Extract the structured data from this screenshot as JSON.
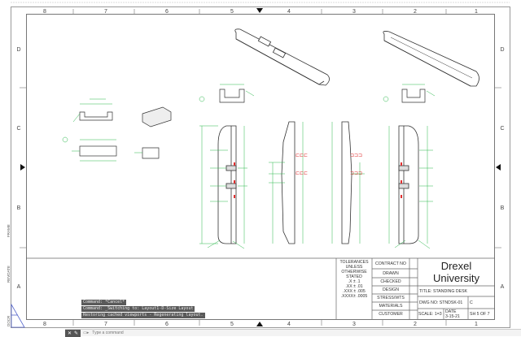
{
  "frame": {
    "columns": [
      "8",
      "7",
      "6",
      "5",
      "4",
      "3",
      "2",
      "1"
    ],
    "rows": [
      "D",
      "C",
      "B",
      "A"
    ],
    "bottom_columns": [
      "8",
      "7",
      "6",
      "5",
      "4",
      "3",
      "2",
      "1"
    ],
    "side_labels": [
      "FRAME",
      "REVDATE",
      "DOCR"
    ]
  },
  "title_block": {
    "tolerances": [
      "TOLERANCES",
      "UNLESS",
      "OTHERWISE",
      "STATED",
      ".X ± .1",
      ".XX ± .01",
      ".XXX ± .005",
      ".XXXX± .0005"
    ],
    "fields": [
      "CONTRACT NO",
      "DRAWN",
      "CHECKED",
      "DESIGN",
      "STRESS/WTS",
      "MATERIALS",
      "CUSTOMER"
    ],
    "org_line1": "Drexel",
    "org_line2": "University",
    "title": "TITLE: STANDING DESK",
    "dwg_no": "DWG NO: STNDSK-01",
    "size": "C",
    "scale": "SCALE: 1=3",
    "date_label": "DATE",
    "date": "3-15-21",
    "sheet": "SH 5 OF 7"
  },
  "command_history": [
    "Command: *Cancel*",
    "Command:  _Switching to: Layout1-D-Size Layout",
    "Restoring cached viewports - Regenerating layout."
  ],
  "command_input": {
    "placeholder": "Type a command"
  },
  "colors": {
    "dimension": "#2db84d",
    "section": "#e03030",
    "frame": "#888888",
    "geometry": "#333333"
  }
}
